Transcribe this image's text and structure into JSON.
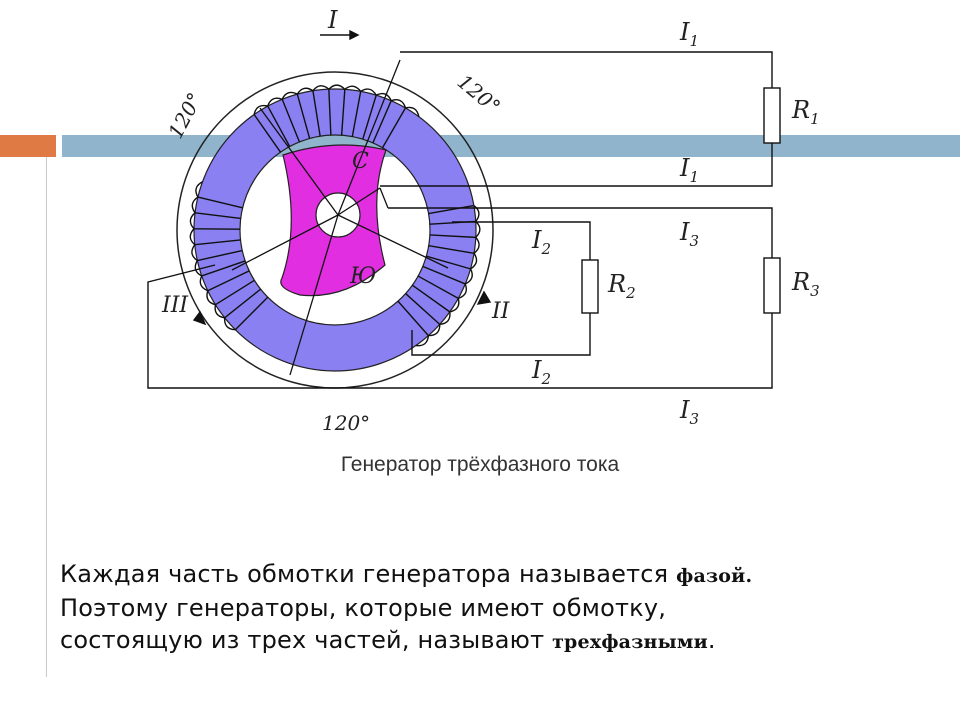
{
  "slide": {
    "colors": {
      "accent": "#e07a45",
      "rule": "#8fb4cc",
      "ring": "#8a80f2",
      "rotor": "#e12ee0"
    },
    "caption": "Генератор трёхфазного тока",
    "paragraph": {
      "line1": "Каждая часть обмотки генератора называется ",
      "term1": "фазой.",
      "line2": "Поэтому генераторы, которые имеют обмотку,",
      "line3": "состоящую из трех частей, называют ",
      "term2": "трехфазными",
      "tail": "."
    }
  },
  "diagram": {
    "phase_labels": {
      "one": "I",
      "two": "II",
      "three": "III"
    },
    "angle_label": "120°",
    "rotor_north": "С",
    "rotor_south": "Ю",
    "currents": {
      "i1": "I",
      "i2": "I",
      "i3": "I",
      "sub1": "1",
      "sub2": "2",
      "sub3": "3"
    },
    "resistors": {
      "r1": "R",
      "r2": "R",
      "r3": "R",
      "sub1": "1",
      "sub2": "2",
      "sub3": "3"
    }
  }
}
